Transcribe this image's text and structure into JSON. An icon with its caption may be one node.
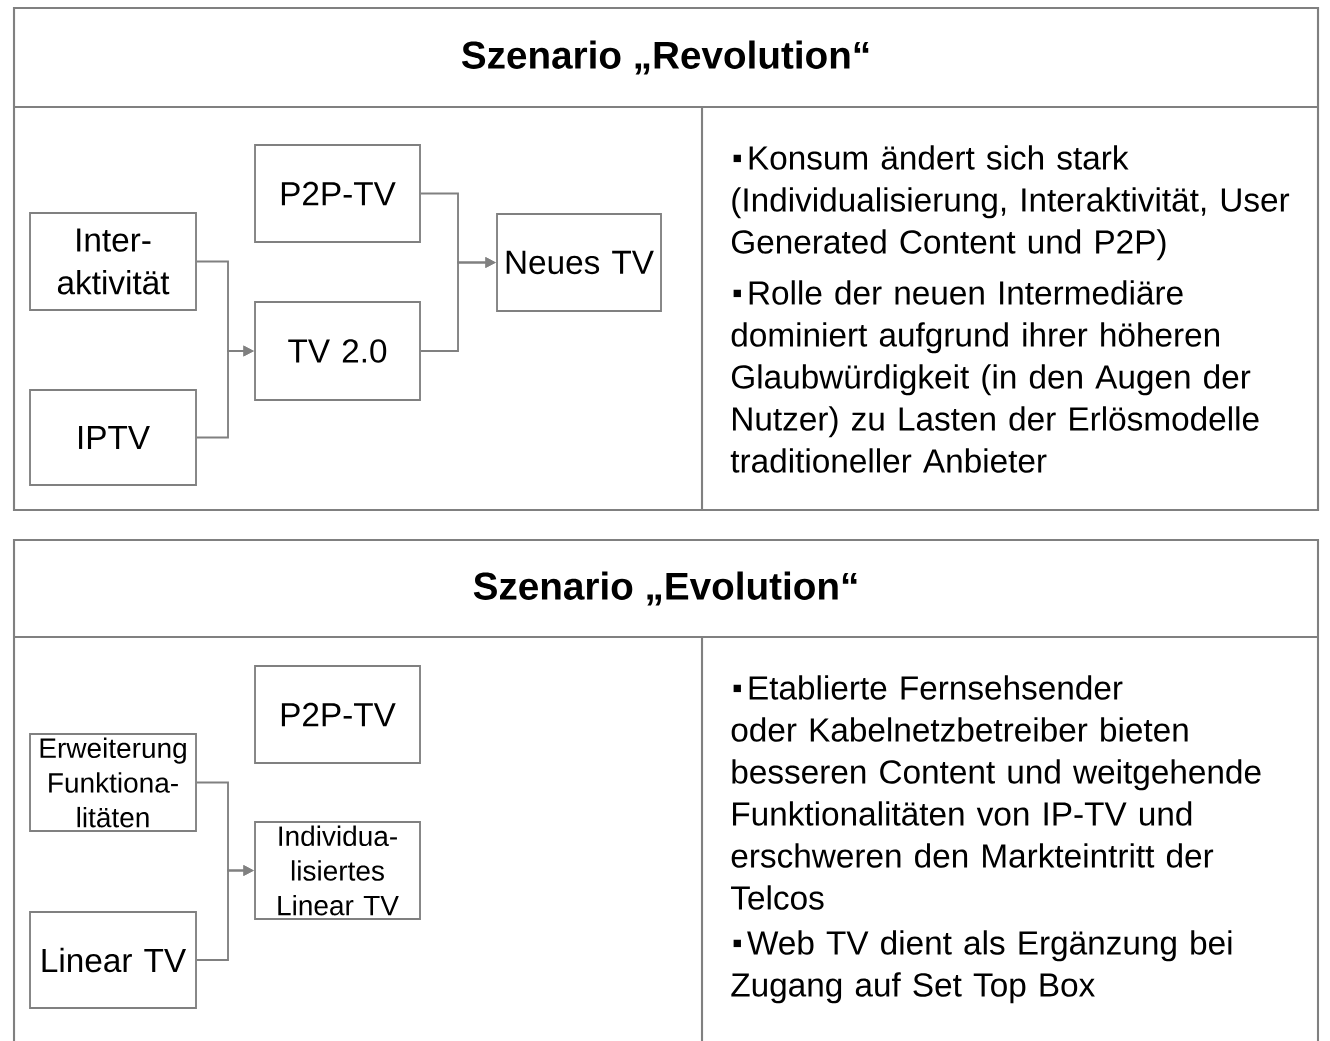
{
  "diagram": {
    "nodes": [
      {
        "text": [
          "Szenario „Revolution“"
        ]
      },
      {
        "text": [
          "Inter- aktivität"
        ],
        "in": 0
      },
      {
        "text": [
          "IPTV"
        ],
        "in": 0
      },
      {
        "text": [
          "P2P-TV"
        ],
        "in": 0
      },
      {
        "text": [
          "TV 2.0"
        ],
        "in": 0
      },
      {
        "text": [
          "Neues TV"
        ],
        "in": 0
      },
      {
        "text": [
          "Szenario „Evolution“"
        ]
      },
      {
        "text": [
          "Erweiterung Funktiona- litäten"
        ],
        "in": 6
      },
      {
        "text": [
          "Linear TV"
        ],
        "in": 6
      },
      {
        "text": [
          "P2P-TV"
        ],
        "in": 6
      },
      {
        "text": [
          "Individua- lisiertes Linear TV"
        ],
        "in": 6
      }
    ],
    "edges": [
      {
        "from": 1,
        "to": 4,
        "arrow": "to"
      },
      {
        "from": 2,
        "to": 4,
        "arrow": "to"
      },
      {
        "from": 3,
        "to": 5,
        "arrow": "to"
      },
      {
        "from": 4,
        "to": 5,
        "arrow": "to"
      },
      {
        "from": 7,
        "to": 10,
        "arrow": "to"
      },
      {
        "from": 8,
        "to": 10,
        "arrow": "to"
      }
    ],
    "labels": [
      "Konsum ändert sich stark (Individualisierung, Interaktivität, User Generated Content und P2P)",
      "Rolle der neuen Intermediäre dominiert aufgrund ihrer höheren Glaubwürdigkeit (in den Augen der Nutzer) zu Lasten der Erlösmodelle traditioneller Anbieter",
      "Etablierte Fernsehsender oder Kabelnetzbetreiber bieten besseren Content und weitgehende Funktionalitäten von IP-TV und erschweren den Markteintritt der Telcos",
      "Web TV dient als Ergänzung bei Zugang auf Set Top Box"
    ]
  }
}
